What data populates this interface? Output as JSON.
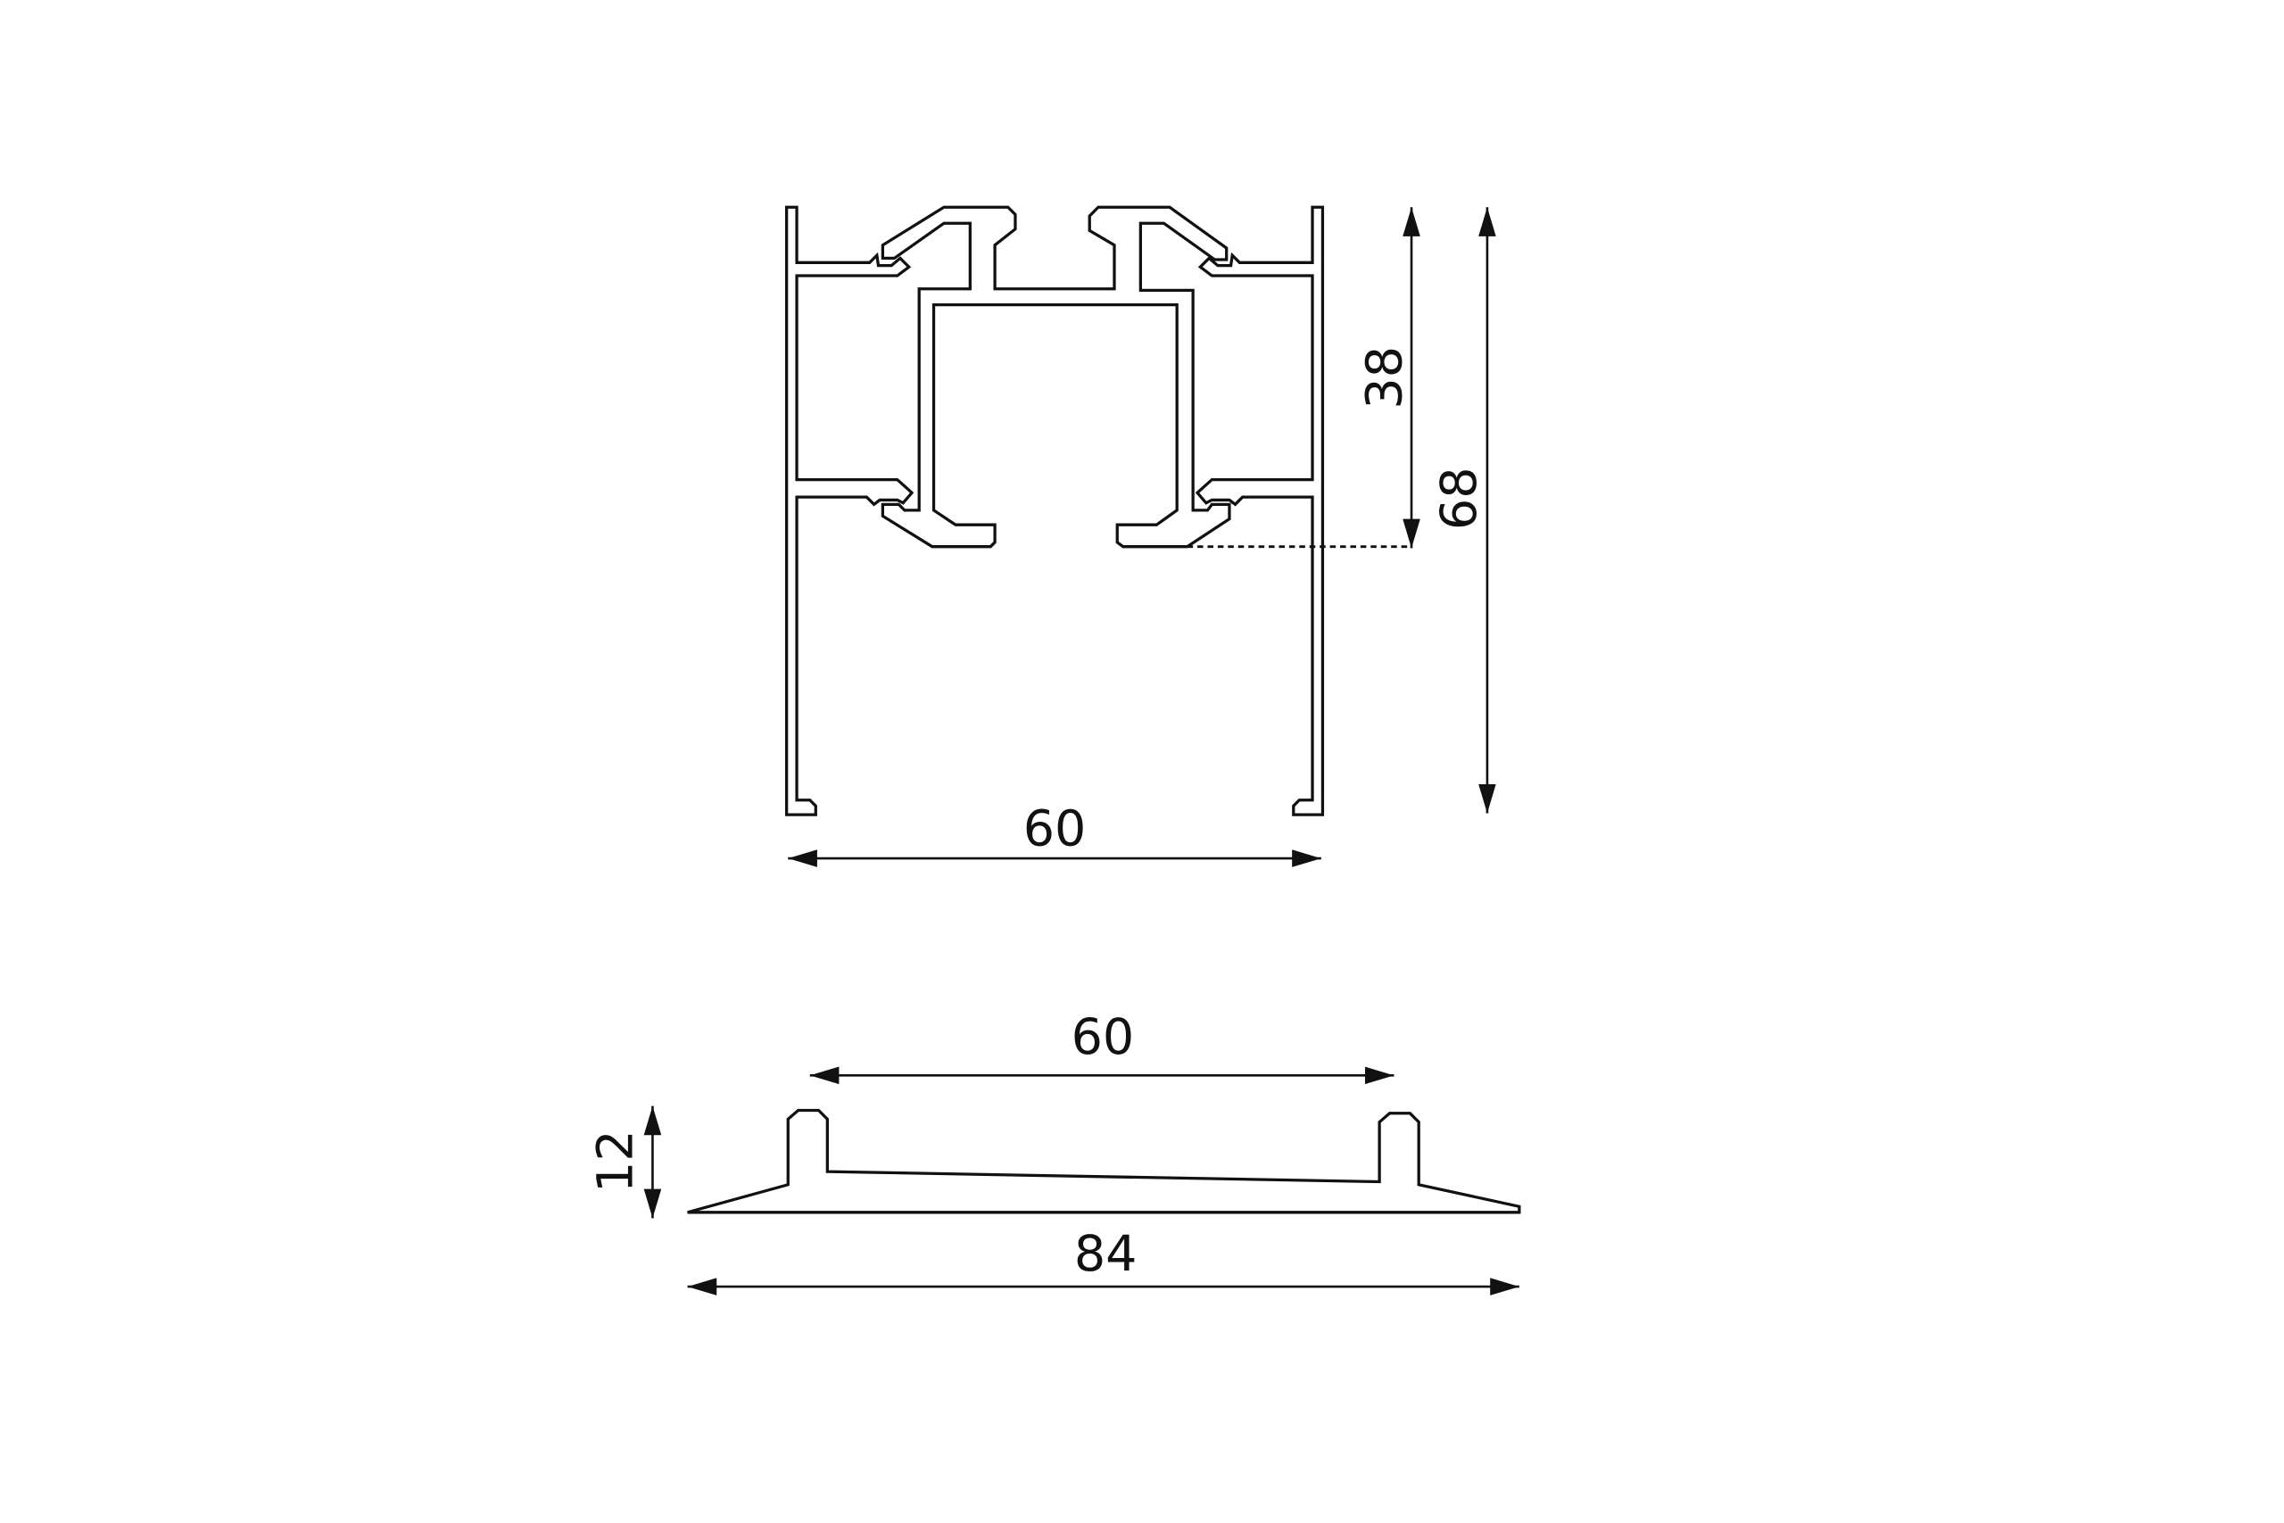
{
  "top_profile": {
    "width_label": "60",
    "insert_height_label": "38",
    "total_height_label": "68"
  },
  "bottom_profile": {
    "inner_width_label": "60",
    "total_width_label": "84",
    "height_label": "12"
  },
  "colors": {
    "line": "#111111",
    "background": "#ffffff"
  }
}
